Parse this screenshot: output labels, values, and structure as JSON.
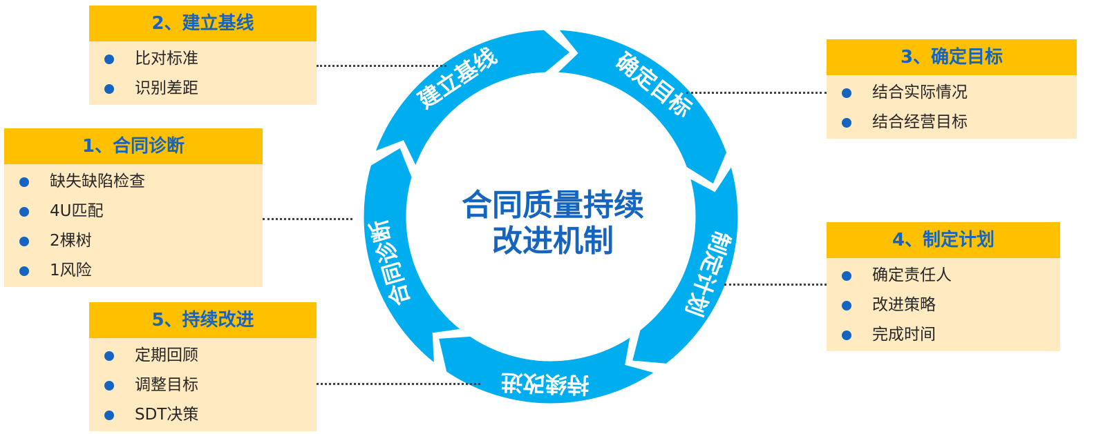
{
  "center_title": [
    "合同质量持续",
    "改进机制"
  ],
  "cycle_labels": {
    "baseline": "建立基线",
    "target": "确定目标",
    "plan": "制定计划",
    "improve": "持续改进",
    "diagnose": "合同诊断"
  },
  "boxes": {
    "diagnose": {
      "title": "1、合同诊断",
      "items": [
        "缺失缺陷检查",
        "4U匹配",
        "2棵树",
        "1风险"
      ]
    },
    "baseline": {
      "title": "2、建立基线",
      "items": [
        "比对标准",
        "识别差距"
      ]
    },
    "target": {
      "title": "3、确定目标",
      "items": [
        "结合实际情况",
        "结合经营目标"
      ]
    },
    "plan": {
      "title": "4、制定计划",
      "items": [
        "确定责任人",
        "改进策略",
        "完成时间"
      ]
    },
    "improve": {
      "title": "5、持续改进",
      "items": [
        "定期回顾",
        "调整目标",
        "SDT决策"
      ]
    }
  },
  "colors": {
    "ring": "#00AEEF",
    "box_header": "#FFC000",
    "box_body": "#FFEAC2",
    "accent_text": "#1565C0"
  }
}
